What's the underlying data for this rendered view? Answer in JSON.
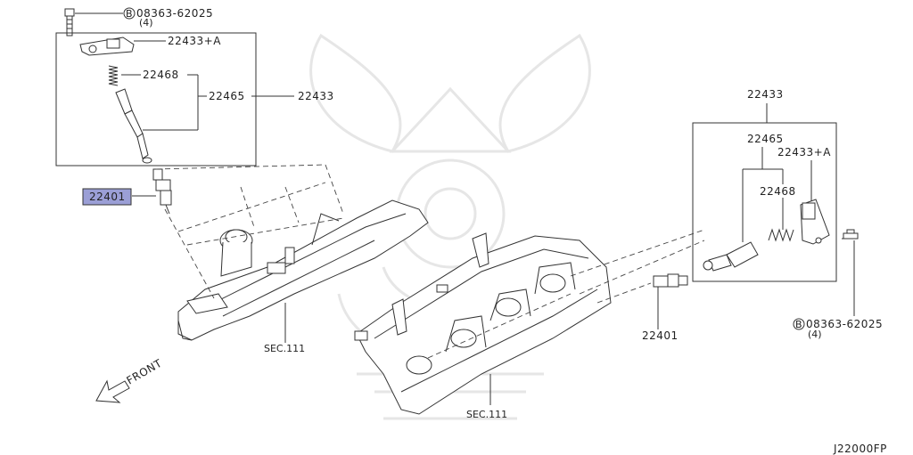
{
  "diagram": {
    "part_numbers": {
      "bolt_left": "08363-62025",
      "bolt_left_qty": "(4)",
      "bolt_right": "08363-62025",
      "bolt_right_qty": "(4)",
      "bolt_marker": "B",
      "coil_a_left": "22433+A",
      "coil_a_right": "22433+A",
      "spring_left": "22468",
      "spring_right": "22468",
      "coil_sub_left": "22465",
      "coil_sub_right": "22465",
      "coil_left": "22433",
      "coil_right": "22433",
      "plug_left": "22401",
      "plug_right": "22401"
    },
    "sections": {
      "sec_left": "SEC.111",
      "sec_right": "SEC.111"
    },
    "front_label": "FRONT",
    "diagram_code": "J22000FP"
  },
  "colors": {
    "highlight": "#9b9fd6",
    "line": "#333333",
    "watermark": "#e6e6e6"
  }
}
